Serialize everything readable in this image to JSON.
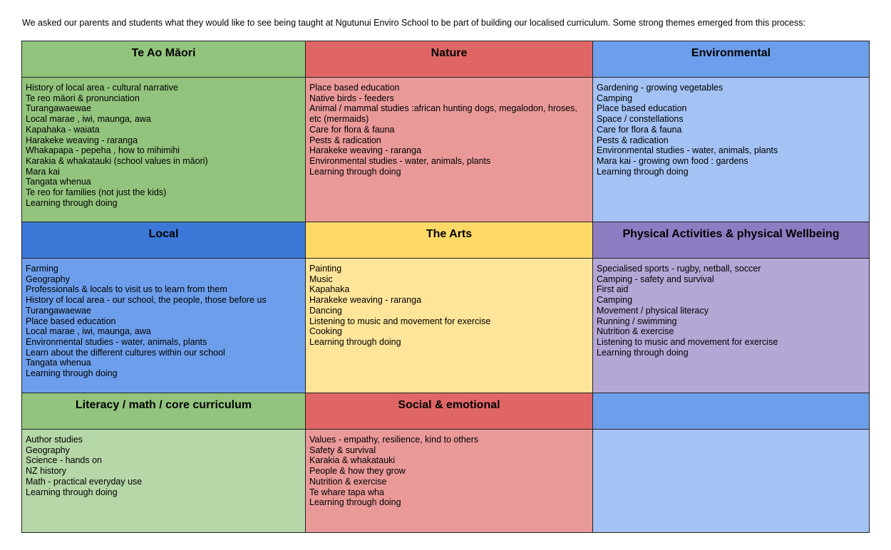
{
  "intro": "We asked our parents and students what they would like to see being taught at Ngutunui Enviro School to be part of  building our localised curriculum. Some strong themes emerged from this process:",
  "rows": [
    [
      {
        "title": "Te Ao Māori",
        "head_color": "#93c47d",
        "body_color": "#93c47d",
        "items": [
          "History of local area - cultural narrative",
          "Te reo māori & pronunciation",
          "Turangawaewae",
          "Local marae , iwi, maunga, awa",
          "Kapahaka - waiata",
          "Harakeke weaving - raranga",
          "Whakapapa - pepeha , how to mihimihi",
          "Karakia & whakatauki (school values in māori)",
          "Mara kai",
          "Tangata whenua",
          "Te reo for families (not just the kids)",
          "Learning through doing"
        ]
      },
      {
        "title": "Nature",
        "head_color": "#e06666",
        "body_color": "#ea9999",
        "items": [
          "Place based education",
          "Native birds - feeders",
          "Animal / mammal studies :african hunting dogs, megalodon, hroses, etc (mermaids)",
          "Care for flora & fauna",
          "Pests & radication",
          "Harakeke weaving - raranga",
          "Environmental studies - water, animals, plants",
          "Learning through doing"
        ]
      },
      {
        "title": "Environmental",
        "head_color": "#6d9eeb",
        "body_color": "#a4c2f4",
        "items": [
          "Gardening - growing vegetables",
          "Camping",
          "Place based education",
          "Space / constellations",
          "Care for flora & fauna",
          "Pests & radication",
          "Environmental studies - water, animals, plants",
          "Mara kai - growing own food : gardens",
          "Learning through doing"
        ]
      }
    ],
    [
      {
        "title": "Local",
        "head_color": "#3c78d8",
        "body_color": "#6d9eeb",
        "items": [
          "Farming",
          "Geography",
          "Professionals & locals to visit us to learn from them",
          "History of local area - our school, the people, those before us",
          "Turangawaewae",
          "Place based education",
          "Local marae , iwi, maunga, awa",
          "Environmental studies - water, animals, plants",
          "Learn about the different cultures within our school",
          "Tangata whenua",
          "Learning through doing"
        ]
      },
      {
        "title": "The Arts",
        "head_color": "#ffd966",
        "body_color": "#ffe599",
        "items": [
          "Painting",
          "Music",
          "Kapahaka",
          "Harakeke weaving - raranga",
          "Dancing",
          "Listening to music and movement for exercise",
          "Cooking",
          "Learning through doing"
        ]
      },
      {
        "title": "Physical Activities & physical Wellbeing",
        "head_color": "#8e7cc3",
        "body_color": "#b4a7d6",
        "items": [
          "Specialised sports - rugby, netball, soccer",
          "Camping - safety and survival",
          "First aid",
          "Camping",
          "Movement / physical literacy",
          "Running / swimming",
          "Nutrition & exercise",
          "Listening to music and movement for exercise",
          "Learning through doing"
        ]
      }
    ],
    [
      {
        "title": "Literacy / math / core curriculum",
        "head_color": "#93c47d",
        "body_color": "#b6d7a8",
        "items": [
          "Author studies",
          "Geography",
          "Science - hands on",
          "NZ history",
          "Math - practical everyday use",
          "Learning through doing"
        ]
      },
      {
        "title": "Social & emotional",
        "head_color": "#e06666",
        "body_color": "#ea9999",
        "items": [
          "Values - empathy, resilience, kind to others",
          "Safety & survival",
          "Karakia & whakatauki",
          "People & how they grow",
          "Nutrition & exercise",
          "Te whare tapa wha",
          "Learning through doing"
        ]
      },
      {
        "title": "",
        "head_color": "#6d9eeb",
        "body_color": "#a4c2f4",
        "items": []
      }
    ]
  ]
}
